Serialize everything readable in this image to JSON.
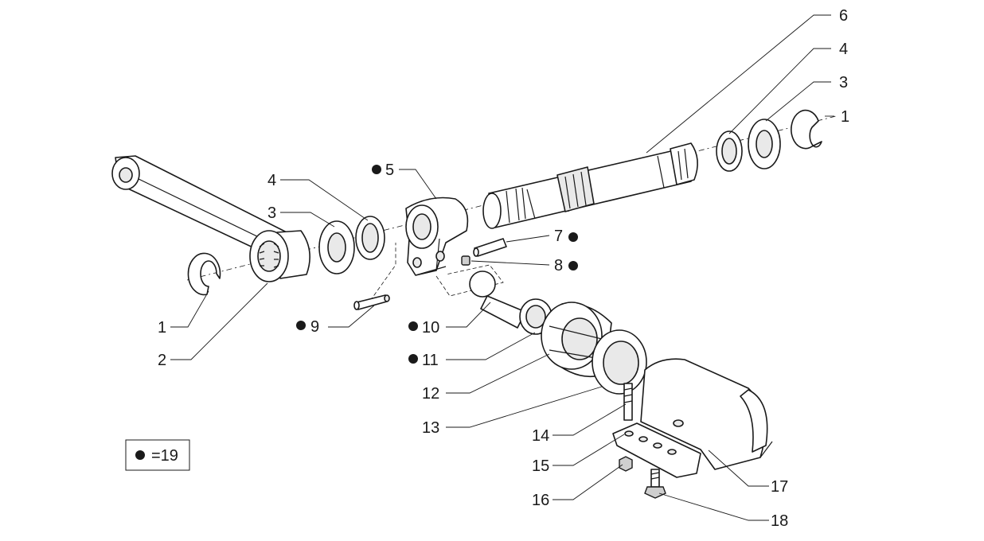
{
  "callouts": {
    "c1_left": "1",
    "c1_right": "1",
    "c2": "2",
    "c3_left": "3",
    "c3_right": "3",
    "c4_left": "4",
    "c4_right": "4",
    "c5": "5",
    "c6": "6",
    "c7": "7",
    "c8": "8",
    "c9": "9",
    "c10": "10",
    "c11": "11",
    "c12": "12",
    "c13": "13",
    "c14": "14",
    "c15": "15",
    "c16": "16",
    "c17": "17",
    "c18": "18"
  },
  "legend": {
    "text": "=19"
  }
}
